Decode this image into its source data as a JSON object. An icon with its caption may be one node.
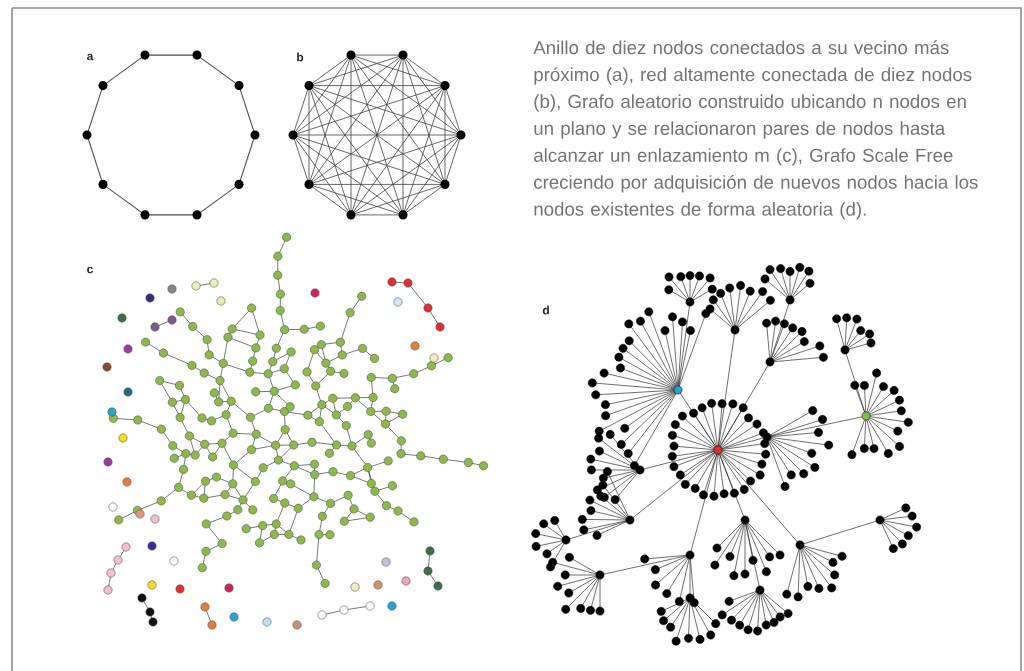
{
  "diagram": {
    "caption": "Anillo de diez nodos conectados a su vecino más próximo (a), red altamente conectada de diez nodos (b), Grafo aleatorio construido ubicando n nodos en un plano y se relacionaron pares de nodos hasta alcanzar un enlazamiento m (c), Grafo Scale Free creciendo por adquisición de nuevos nodos hacia los nodos existentes de forma aleatoria (d).",
    "labels": [
      "a",
      "b",
      "c",
      "d"
    ]
  }
}
